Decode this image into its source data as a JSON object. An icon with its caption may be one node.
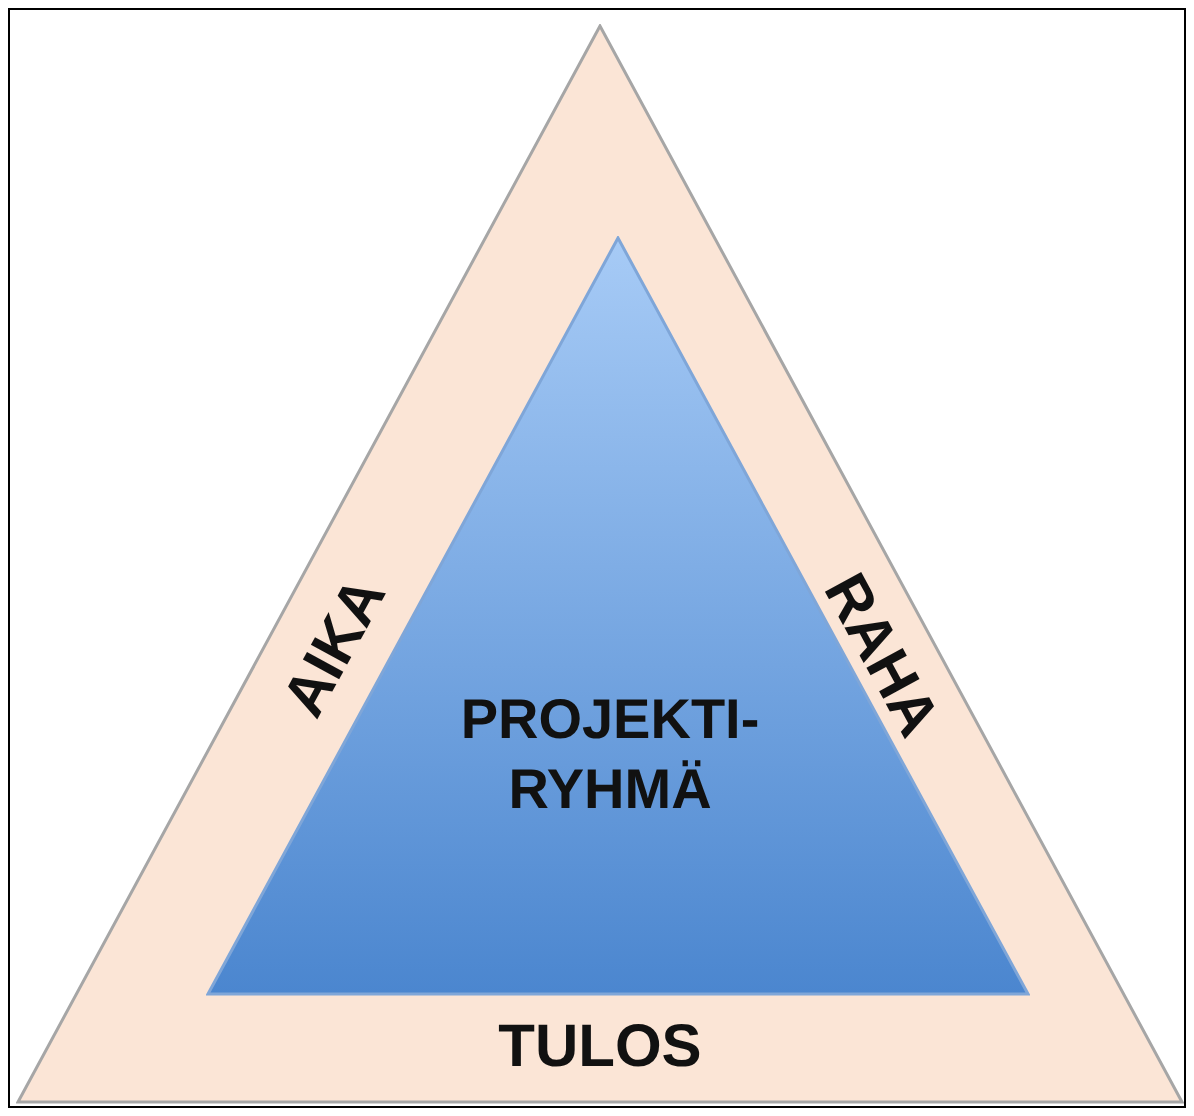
{
  "diagram": {
    "nodes": [
      {
        "text": [
          "AIKA",
          "RAHA",
          "TULOS"
        ]
      },
      {
        "text": [
          "PROJEKTI- RYHMÄ"
        ],
        "in": 0
      }
    ]
  }
}
